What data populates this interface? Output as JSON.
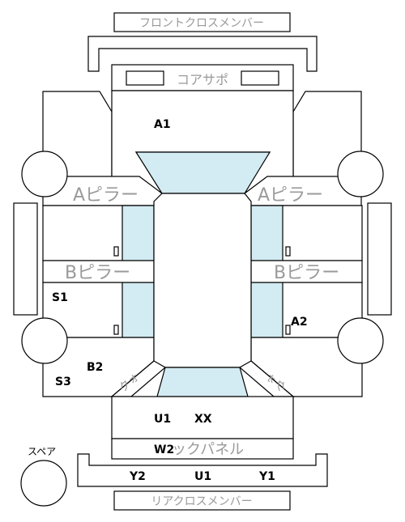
{
  "labels": {
    "front_cross_member": "フロントクロスメンバー",
    "core_support": "コアサポ",
    "a_pillar": "Aピラー",
    "b_pillar": "Bピラー",
    "quarter_left": "クォ",
    "quarter_right": "クォ",
    "back_panel": "ックパネル",
    "rear_cross_member": "リアクロスメンバー",
    "spare": "スペア"
  },
  "codes": {
    "a1": "A1",
    "a2": "A2",
    "s1": "S1",
    "s3": "S3",
    "b2": "B2",
    "u1_trunk": "U1",
    "xx": "XX",
    "w2": "W2",
    "y2": "Y2",
    "u1_rear": "U1",
    "y1": "Y1"
  },
  "colors": {
    "glass": "#d3ebf2",
    "label_grey": "#9a9a9a",
    "outline": "#000000"
  }
}
